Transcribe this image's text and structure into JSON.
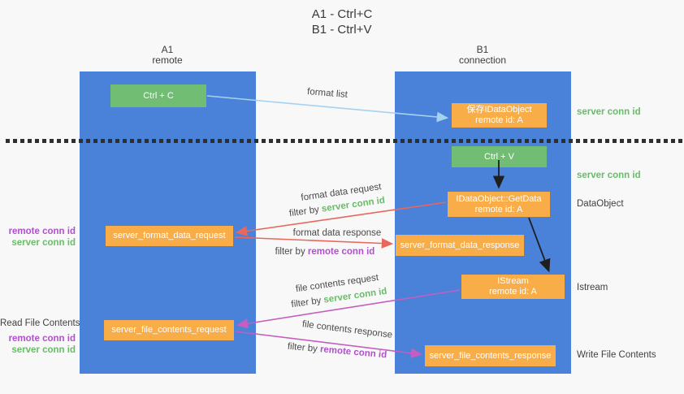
{
  "title": {
    "line1": "A1 - Ctrl+C",
    "line2": "B1 - Ctrl+V"
  },
  "columns": {
    "left": {
      "name": "A1",
      "subtitle": "remote"
    },
    "right": {
      "name": "B1",
      "subtitle": "connection"
    }
  },
  "boxes": {
    "ctrl_c": {
      "label": "Ctrl + C"
    },
    "ctrl_v": {
      "label": "Ctrl + V"
    },
    "save_idataobject": {
      "line1": "保存IDataObject",
      "line2": "remote id: A"
    },
    "idataobject_getdata": {
      "line1": "IDataObject::GetData",
      "line2": "remote id: A"
    },
    "istream": {
      "line1": "IStream",
      "line2": "remote id: A"
    },
    "server_format_data_request": {
      "label": "server_format_data_request"
    },
    "server_format_data_response": {
      "label": "server_format_data_response"
    },
    "server_file_contents_request": {
      "label": "server_file_contents_request"
    },
    "server_file_contents_response": {
      "label": "server_file_contents_response"
    }
  },
  "arrow_labels": {
    "format_list": "format list",
    "format_data_request": "format data request",
    "format_data_response": "format data response",
    "file_contents_request": "file contents request",
    "file_contents_response": "file contents response",
    "filter_by": "filter by ",
    "server_conn_id": "server conn id",
    "remote_conn_id": "remote conn id"
  },
  "side_labels": {
    "server_conn_id": "server conn id",
    "remote_conn_id": "remote conn id",
    "dataobject": "DataObject",
    "istream": "Istream",
    "read_file_contents": "Read File Contents",
    "write_file_contents": "Write File Contents"
  },
  "colors": {
    "column_blue": "#4a81d9",
    "box_green": "#71bd74",
    "box_orange": "#f9ad49",
    "arrow_blue": "#a5d2ef",
    "arrow_red": "#e8685e",
    "arrow_magenta": "#c45ec0",
    "arrow_black": "#1f1f1f",
    "text_green": "#67bd67",
    "text_purple": "#b050cc",
    "divider_dark": "#2f2f2f"
  }
}
